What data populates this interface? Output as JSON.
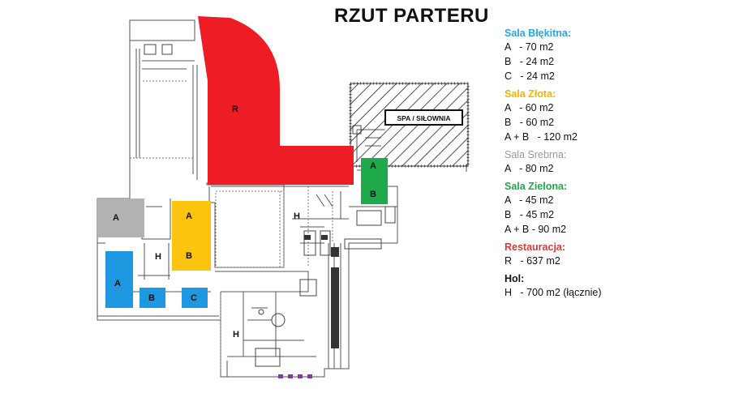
{
  "title": "RZUT PARTERU",
  "colors": {
    "restaurant": "#ee1c24",
    "blue": "#1e98e0",
    "gold": "#fbc40f",
    "silver": "#b2b2b2",
    "green": "#1ea94b",
    "wall": "#555555"
  },
  "plan_labels": {
    "r": "R",
    "spa": "SPA / SIŁOWNIA",
    "silver_a": "A",
    "gold_a": "A",
    "gold_b": "B",
    "blue_a": "A",
    "blue_b": "B",
    "blue_c": "C",
    "green_a": "A",
    "green_b": "B",
    "hall_1": "H",
    "hall_2": "H",
    "hall_3": "H"
  },
  "legend": [
    {
      "name": "Sala Błękitna:",
      "color": "#2aa6e0",
      "items": [
        "A   - 70 m2",
        "B   - 24 m2",
        "C   - 24 m2"
      ]
    },
    {
      "name": "Sala Złota:",
      "color": "#f2b400",
      "items": [
        "A   - 60 m2",
        "B   - 60 m2",
        "A + B   - 120 m2"
      ]
    },
    {
      "name": "Sala Srebrna:",
      "color": "#9a9a9a",
      "items": [
        "A   - 80 m2"
      ]
    },
    {
      "name": "Sala Zielona:",
      "color": "#20a84a",
      "items": [
        "A   - 45 m2",
        "B   - 45 m2",
        "A + B - 90 m2"
      ]
    },
    {
      "name": "Restauracja:",
      "color": "#d63a3a",
      "items": [
        "R   - 637 m2"
      ]
    },
    {
      "name": "Hol:",
      "color": "#111111",
      "items": [
        "H   - 700 m2 (łącznie)"
      ]
    }
  ]
}
